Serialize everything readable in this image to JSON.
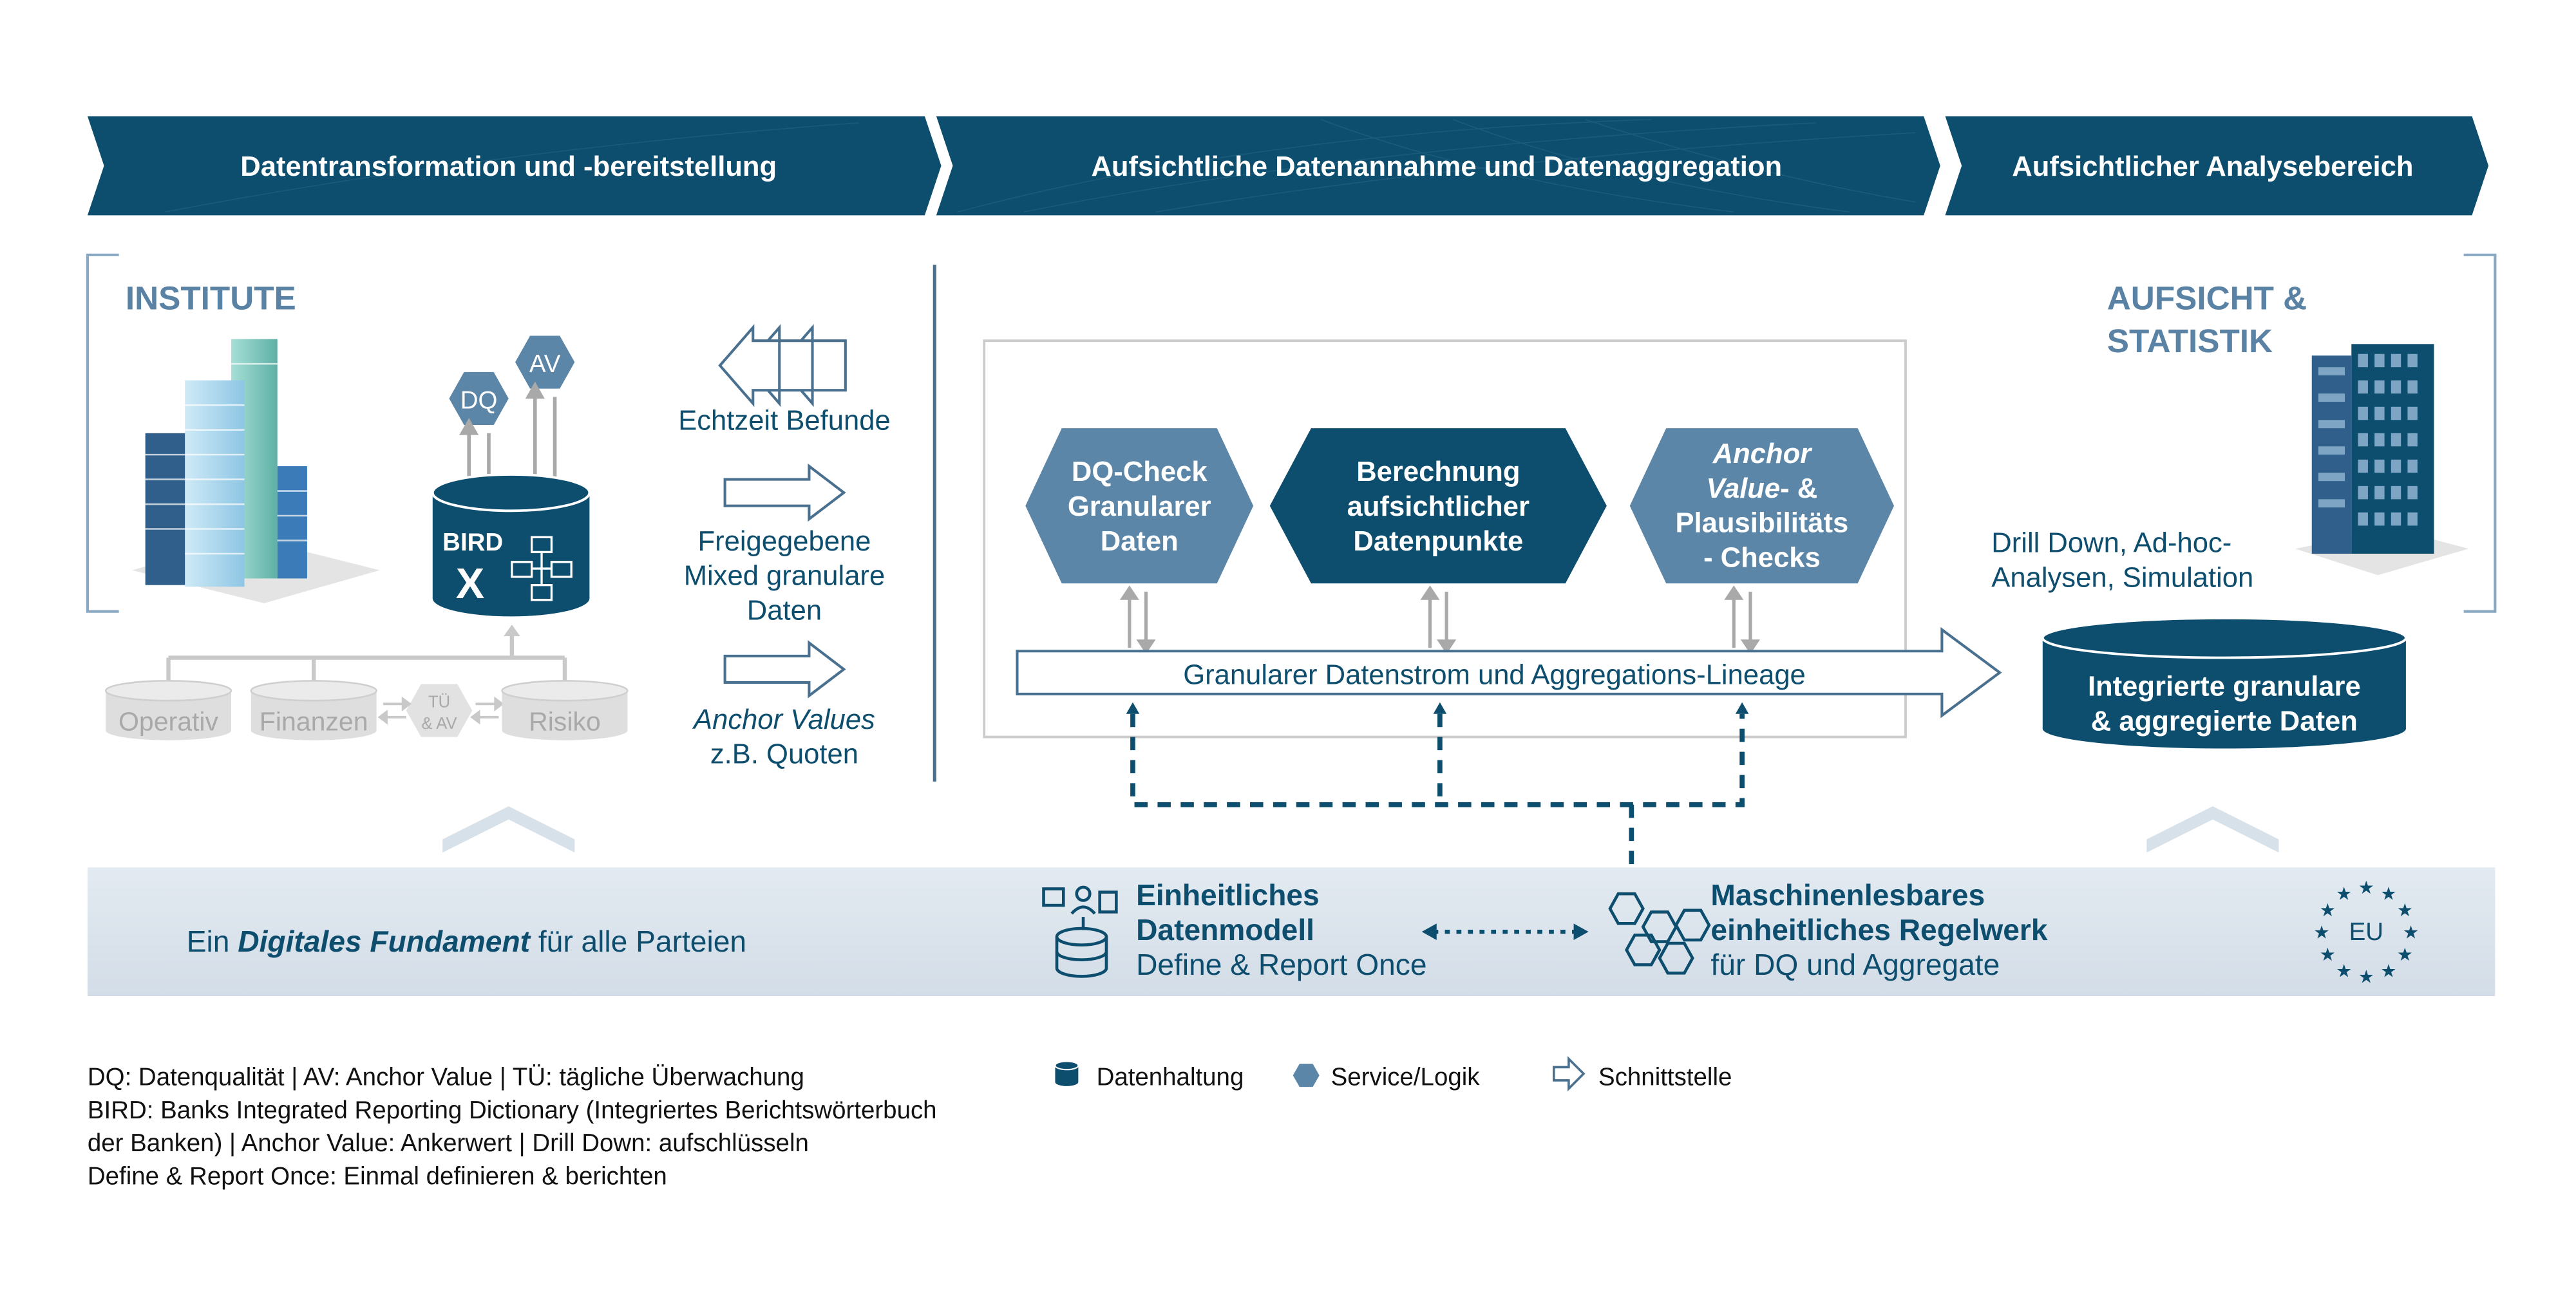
{
  "colors": {
    "navy": "#0d4d6e",
    "mid_blue": "#5b86a8",
    "label_blue": "#5a82a4",
    "light_band": "#dde6ee",
    "grey": "#bdbdbd",
    "text_dark": "#111111"
  },
  "header": {
    "phase1": "Datentransformation und -bereitstellung",
    "phase2": "Aufsichtliche Datenannahme und Datenaggregation",
    "phase3": "Aufsichtlicher Analysebereich"
  },
  "institute": {
    "title": "INSTITUTE",
    "dq": "DQ",
    "av": "AV",
    "bird": "BIRD",
    "bird_x": "X",
    "db_operativ": "Operativ",
    "db_finanzen": "Finanzen",
    "tu_line1": "TÜ",
    "tu_line2": "& AV",
    "db_risiko": "Risiko"
  },
  "interfaces": {
    "echtzeit": "Echtzeit Befunde",
    "freigegebene_1": "Freigegebene",
    "freigegebene_2": "Mixed granulare",
    "freigegebene_3": "Daten",
    "anchor_1": "Anchor Values",
    "anchor_2": "z.B. Quoten"
  },
  "central": {
    "hex1_line1": "DQ-Check",
    "hex1_line2": "Granularer",
    "hex1_line3": "Daten",
    "hex2_line1": "Berechnung",
    "hex2_line2": "aufsichtlicher",
    "hex2_line3": "Datenpunkte",
    "hex3_line1": "Anchor",
    "hex3_line2a": "Value",
    "hex3_line2b": "- &",
    "hex3_line3": "Plausibilitäts",
    "hex3_line4": "- Checks",
    "stream": "Granularer Datenstrom und Aggregations-Lineage"
  },
  "aufsicht": {
    "title_line1": "AUFSICHT &",
    "title_line2": "STATISTIK",
    "analysis_line1": "Drill Down, Ad-hoc-",
    "analysis_line2": "Analysen, Simulation",
    "db_line1": "Integrierte granulare",
    "db_line2": "& aggregierte Daten"
  },
  "foundation": {
    "text_pre": "Ein ",
    "text_em": "Digitales Fundament",
    "text_post": " für alle Parteien",
    "model_line1": "Einheitliches",
    "model_line2": "Datenmodell",
    "model_line3": "Define & Report Once",
    "rules_line1": "Maschinenlesbares",
    "rules_line2": "einheitliches Regelwerk",
    "rules_line3": "für DQ und Aggregate",
    "eu": "EU"
  },
  "footnotes": [
    "DQ: Datenqualität | AV: Anchor Value | TÜ: tägliche Überwachung",
    "BIRD: Banks Integrated Reporting Dictionary (Integriertes Berichtswörterbuch",
    "der Banken) | Anchor Value: Ankerwert | Drill Down: aufschlüsseln",
    "Define & Report Once: Einmal definieren & berichten"
  ],
  "legend": {
    "storage": "Datenhaltung",
    "service": "Service/Logik",
    "interface": "Schnittstelle"
  }
}
